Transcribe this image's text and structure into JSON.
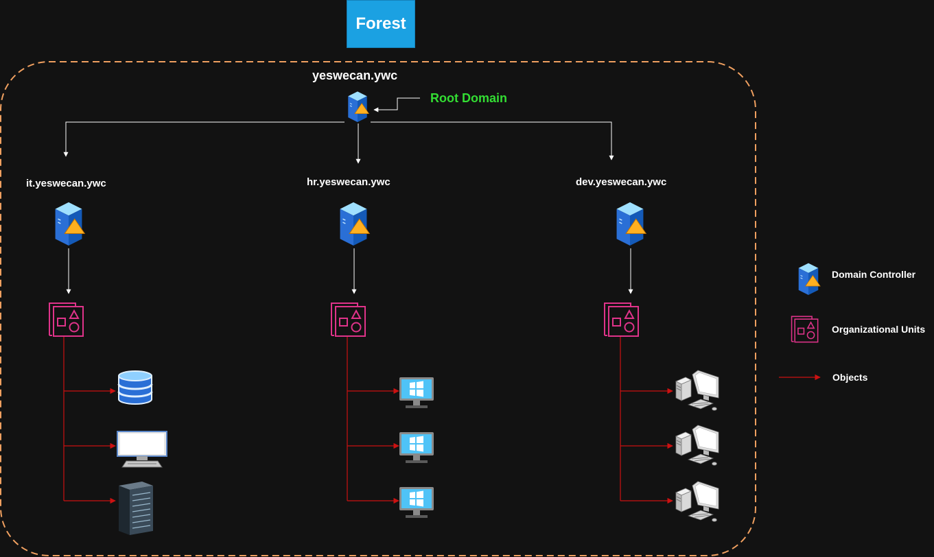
{
  "forest": {
    "label": "Forest",
    "color": "#1ba1e2"
  },
  "root": {
    "name": "yeswecan.ywc",
    "tag": "Root Domain",
    "tag_color": "#33dd33"
  },
  "domains": [
    {
      "name": "it.yeswecan.ywc",
      "objects": [
        "database-icon",
        "monitor-icon",
        "server-rack-icon"
      ]
    },
    {
      "name": "hr.yeswecan.ywc",
      "objects": [
        "windows-pc-icon",
        "windows-pc-icon",
        "windows-pc-icon"
      ]
    },
    {
      "name": "dev.yeswecan.ywc",
      "objects": [
        "desktop-computer-icon",
        "desktop-computer-icon",
        "desktop-computer-icon"
      ]
    }
  ],
  "legend": {
    "domain_controller": "Domain Controller",
    "organizational_units": "Organizational Units",
    "objects": "Objects"
  },
  "colors": {
    "boundary": "#f0a060",
    "connector": "#ffffff",
    "object_arrow": "#cc1111",
    "ou": "#e0338a",
    "background": "#121212"
  }
}
